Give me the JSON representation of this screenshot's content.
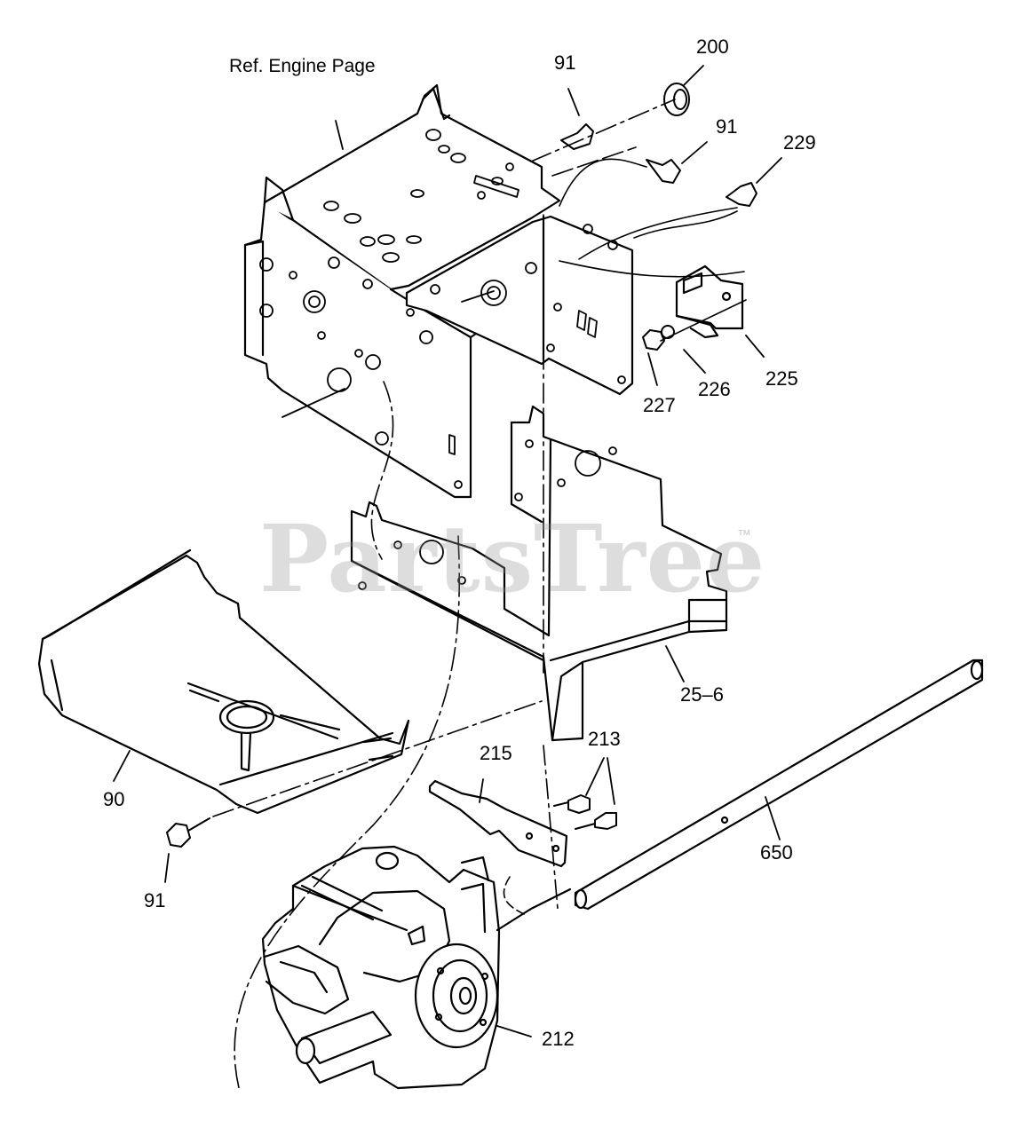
{
  "reference_note": "Ref. Engine Page",
  "watermark": {
    "brand": "PartsTree",
    "mark": "™"
  },
  "callouts": {
    "c91_top": "91",
    "c200": "200",
    "c91_mid": "91",
    "c229": "229",
    "c225": "225",
    "c226": "226",
    "c227": "227",
    "c25_6": "25–6",
    "c90": "90",
    "c91_bottom": "91",
    "c215": "215",
    "c213": "213",
    "c650": "650",
    "c212": "212"
  },
  "line_color": "#000000"
}
